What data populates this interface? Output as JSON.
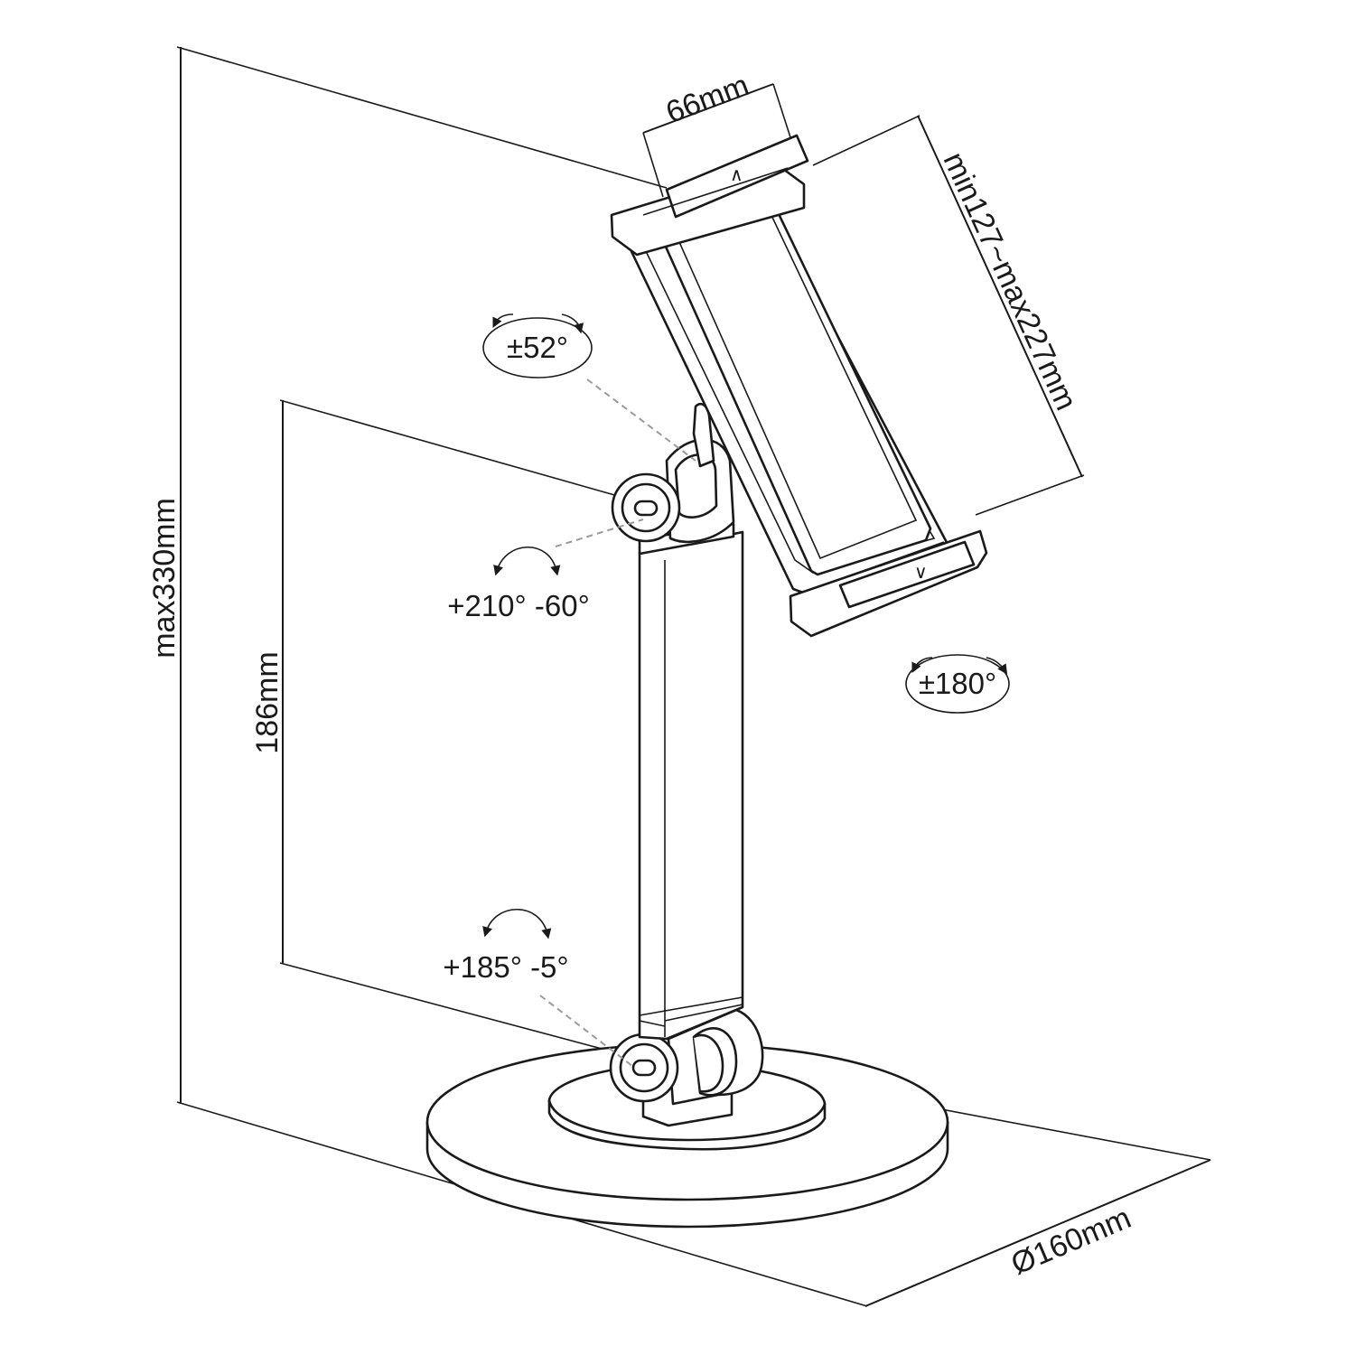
{
  "dimensions": {
    "height_max": "max330mm",
    "arm_length": "186mm",
    "clamp_width": "66mm",
    "clamp_range": "min127~max227mm",
    "base_diameter": "Ø160mm"
  },
  "angles": {
    "tilt": "±52°",
    "upper_joint": "+210° -60°",
    "rotation": "±180°",
    "lower_joint": "+185° -5°"
  },
  "colors": {
    "line": "#1a1a1a",
    "leader": "#9a9a9a",
    "background": "#ffffff"
  }
}
